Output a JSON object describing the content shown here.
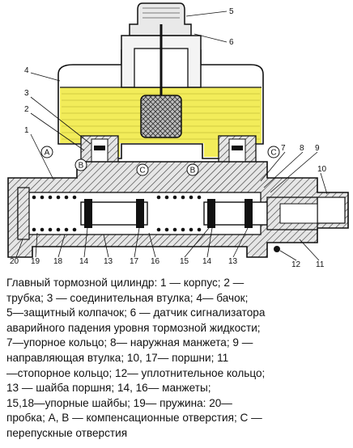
{
  "diagram": {
    "callouts": [
      "1",
      "2",
      "3",
      "4",
      "5",
      "6",
      "7",
      "8",
      "9",
      "10",
      "11",
      "12",
      "13",
      "14",
      "15",
      "16",
      "17",
      "18",
      "19",
      "20"
    ],
    "holes": [
      "A",
      "B",
      "C",
      "C",
      "B",
      "C"
    ],
    "colors": {
      "fluid": "#f2ec5a",
      "body": "#d9d9d9",
      "hatch": "#333333",
      "spring": "#111111"
    }
  },
  "caption": {
    "lines": [
      "Главный тормозной цилиндр: 1 — корпус; 2 —",
      "трубка; 3 — соединительная втулка; 4— бачок;",
      "5—защитный колпачок; 6 — датчик сигнализатора",
      "аварийного падения уровня тормозной жидкости;",
      "7—упорное кольцо; 8— наружная манжета; 9 —",
      "направляющая втулка; 10, 17— поршни; 11",
      "—стопорное кольцо; 12— уплотнительное кольцо;",
      "13 — шайба поршня; 14, 16— манжеты;",
      "15,18—упорные шайбы; 19— пружина: 20—",
      "пробка; А, В — компенсационные отверстия; С —",
      "перепускные отверстия"
    ]
  }
}
